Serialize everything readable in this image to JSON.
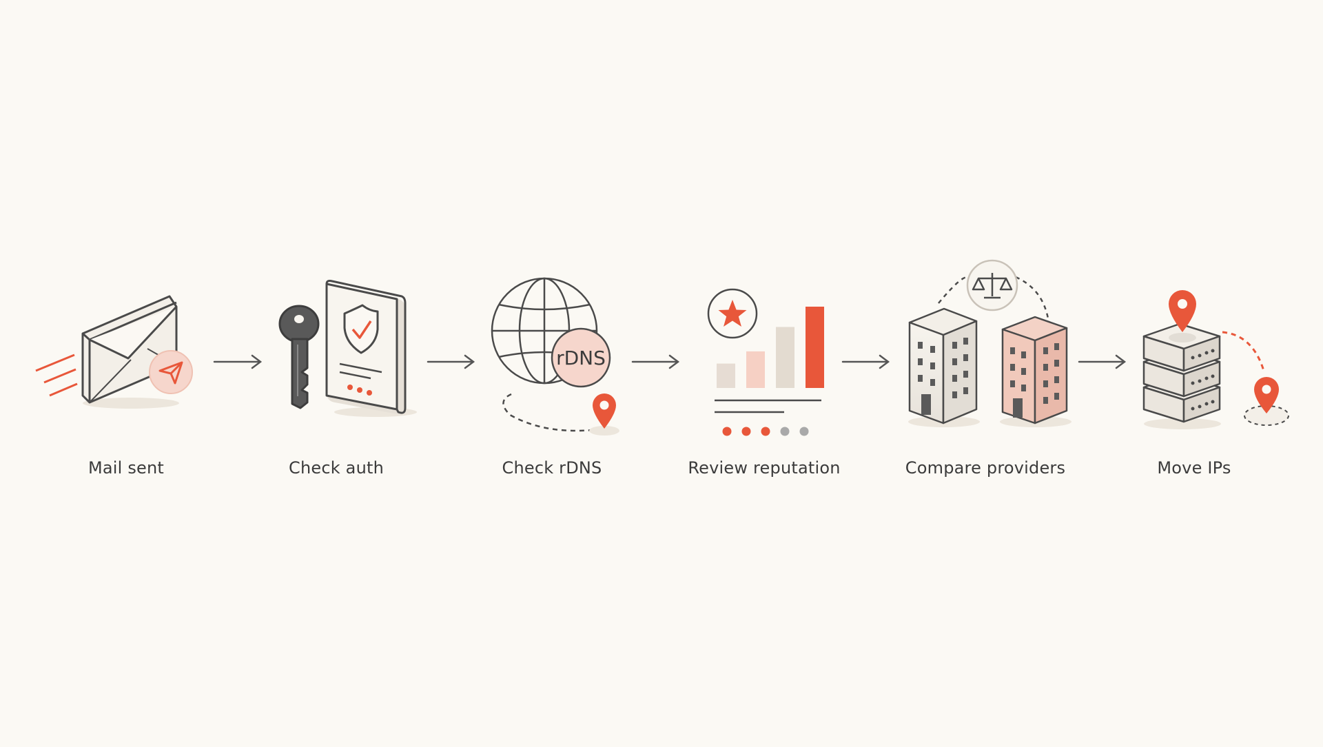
{
  "colors": {
    "background": "#fbf9f4",
    "accent": "#e8573a",
    "accent_soft": "#f6d6cc",
    "ink": "#4a4a4a",
    "muted": "#d9d2c8"
  },
  "steps": [
    {
      "label": "Mail sent",
      "icon": "envelope-send-icon"
    },
    {
      "label": "Check auth",
      "icon": "key-shield-icon"
    },
    {
      "label": "Check rDNS",
      "icon": "globe-rdns-icon",
      "badge": "rDNS"
    },
    {
      "label": "Review reputation",
      "icon": "reputation-chart-icon"
    },
    {
      "label": "Compare providers",
      "icon": "buildings-scale-icon"
    },
    {
      "label": "Move IPs",
      "icon": "server-move-icon"
    }
  ],
  "connector": "arrow-right-icon",
  "reputation_chart": {
    "type": "bar",
    "values": [
      3,
      4.5,
      7.5,
      10
    ],
    "dots_filled": 3,
    "dots_total": 5
  }
}
